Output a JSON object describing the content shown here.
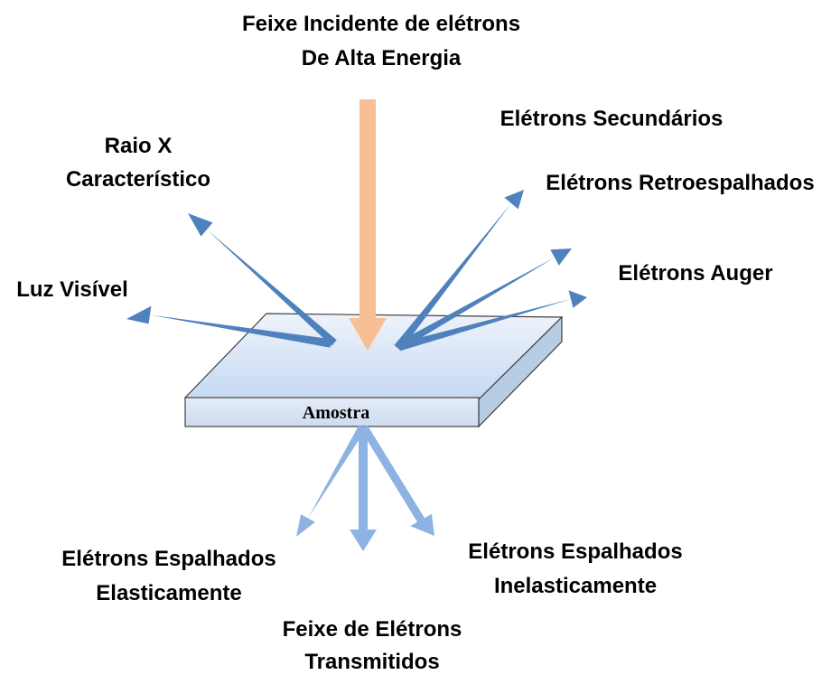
{
  "labels": {
    "incident_line1": "Feixe Incidente de elétrons",
    "incident_line2": "De Alta Energia",
    "secondary": "Elétrons Secundários",
    "xray_line1": "Raio X",
    "xray_line2": "Característico",
    "backscattered": "Elétrons Retroespalhados",
    "visible_light": "Luz Visível",
    "auger": "Elétrons Auger",
    "sample": "Amostra",
    "elastic_line1": "Elétrons Espalhados",
    "elastic_line2": "Elasticamente",
    "inelastic_line1": "Elétrons Espalhados",
    "inelastic_line2": "Inelasticamente",
    "transmitted_line1": "Feixe de Elétrons",
    "transmitted_line2": "Transmitidos"
  },
  "colors": {
    "incident_beam": "#f9bf94",
    "emitted_arrows": "#4f81bd",
    "transmitted_arrows": "#8db3e2",
    "sample_top": "#c6d9f1",
    "sample_front": "#dbe5f1",
    "sample_side": "#b8cce4",
    "sample_edge": "#404040"
  }
}
